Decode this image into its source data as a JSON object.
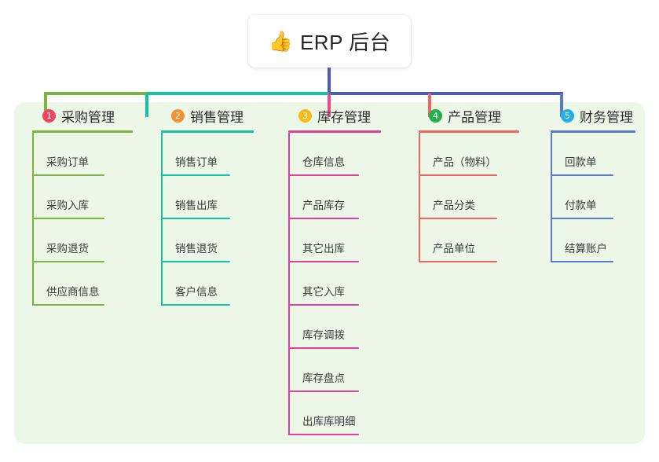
{
  "page": {
    "background_color": "#ffffff",
    "panel_color": "#edf7e7",
    "text_color": "#3a3a3a"
  },
  "root": {
    "icon": "thumbs-up-emoji",
    "emoji": "👍",
    "title": "ERP 后台",
    "stem_color": "#4a5bbf"
  },
  "connector_bar": {
    "segments": [
      {
        "color": "#7cb342"
      },
      {
        "color": "#12c2a0"
      },
      {
        "color": "#4a5bbf"
      }
    ]
  },
  "columns": [
    {
      "index": "1",
      "title": "采购管理",
      "badge_color": "#f2445f",
      "line_color": "#7cb342",
      "drop_color": "#7cb342",
      "items": [
        {
          "label": "采购订单"
        },
        {
          "label": "采购入库"
        },
        {
          "label": "采购退货"
        },
        {
          "label": "供应商信息"
        }
      ]
    },
    {
      "index": "2",
      "title": "销售管理",
      "badge_color": "#f59132",
      "line_color": "#12c2a0",
      "drop_color": "#12c2a0",
      "items": [
        {
          "label": "销售订单"
        },
        {
          "label": "销售出库"
        },
        {
          "label": "销售退货"
        },
        {
          "label": "客户信息"
        }
      ]
    },
    {
      "index": "3",
      "title": "库存管理",
      "badge_color": "#f5bb1d",
      "line_color": "#e0429b",
      "drop_color": "#f2468a",
      "items": [
        {
          "label": "仓库信息"
        },
        {
          "label": "产品库存"
        },
        {
          "label": "其它出库"
        },
        {
          "label": "其它入库"
        },
        {
          "label": "库存调拨"
        },
        {
          "label": "库存盘点"
        },
        {
          "label": "出库库明细"
        }
      ]
    },
    {
      "index": "4",
      "title": "产品管理",
      "badge_color": "#22b14c",
      "line_color": "#f4645f",
      "drop_color": "#f4645f",
      "items": [
        {
          "label": "产品（物料）"
        },
        {
          "label": "产品分类"
        },
        {
          "label": "产品单位"
        }
      ]
    },
    {
      "index": "5",
      "title": "财务管理",
      "badge_color": "#24b0e8",
      "line_color": "#5a78d0",
      "drop_color": "#5a78d0",
      "items": [
        {
          "label": "回款单"
        },
        {
          "label": "付款单"
        },
        {
          "label": "结算账户"
        }
      ]
    }
  ]
}
